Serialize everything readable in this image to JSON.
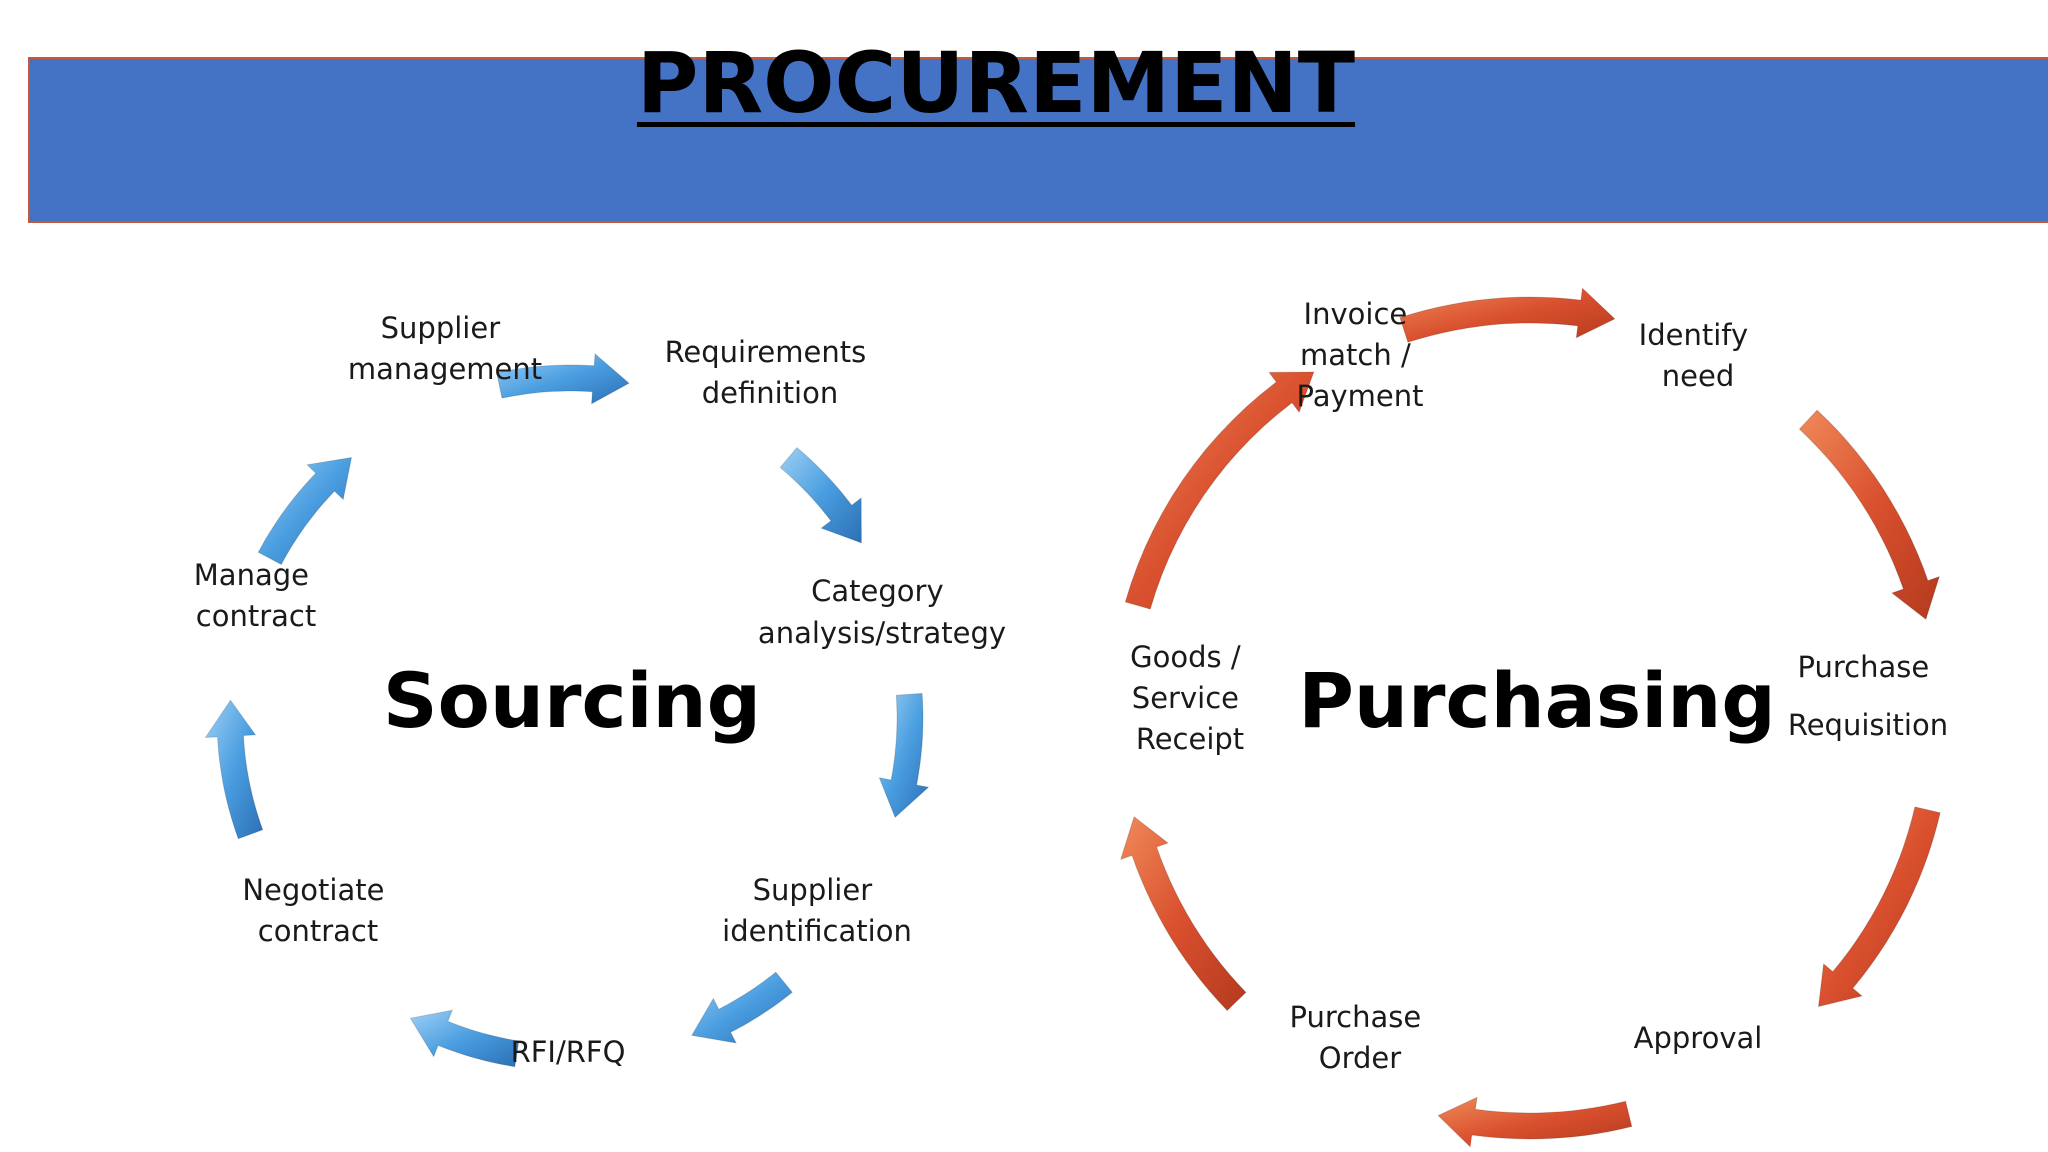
{
  "title": "PROCUREMENT",
  "colors": {
    "header_bg": "#4472c4",
    "sourcing_arrow": "#4a9ee0",
    "purchasing_arrow": "#d9502e"
  },
  "sourcing": {
    "center": "Sourcing",
    "steps": [
      {
        "line1": "Supplier",
        "line2": "management"
      },
      {
        "line1": "Requirements",
        "line2": "definition"
      },
      {
        "line1": "Category",
        "line2": "analysis/strategy"
      },
      {
        "line1": "Supplier",
        "line2": "identification"
      },
      {
        "line1": "RFI/RFQ",
        "line2": ""
      },
      {
        "line1": "Negotiate",
        "line2": "contract"
      },
      {
        "line1": "Manage",
        "line2": "contract"
      }
    ]
  },
  "purchasing": {
    "center": "Purchasing",
    "steps": [
      {
        "line1": "Identify",
        "line2": "need",
        "line3": ""
      },
      {
        "line1": "Purchase",
        "line2": "Requisition",
        "line3": ""
      },
      {
        "line1": "Approval",
        "line2": "",
        "line3": ""
      },
      {
        "line1": "Purchase",
        "line2": "Order",
        "line3": ""
      },
      {
        "line1": "Goods /",
        "line2": "Service",
        "line3": "Receipt"
      },
      {
        "line1": "Invoice",
        "line2": "match /",
        "line3": "Payment"
      }
    ]
  }
}
